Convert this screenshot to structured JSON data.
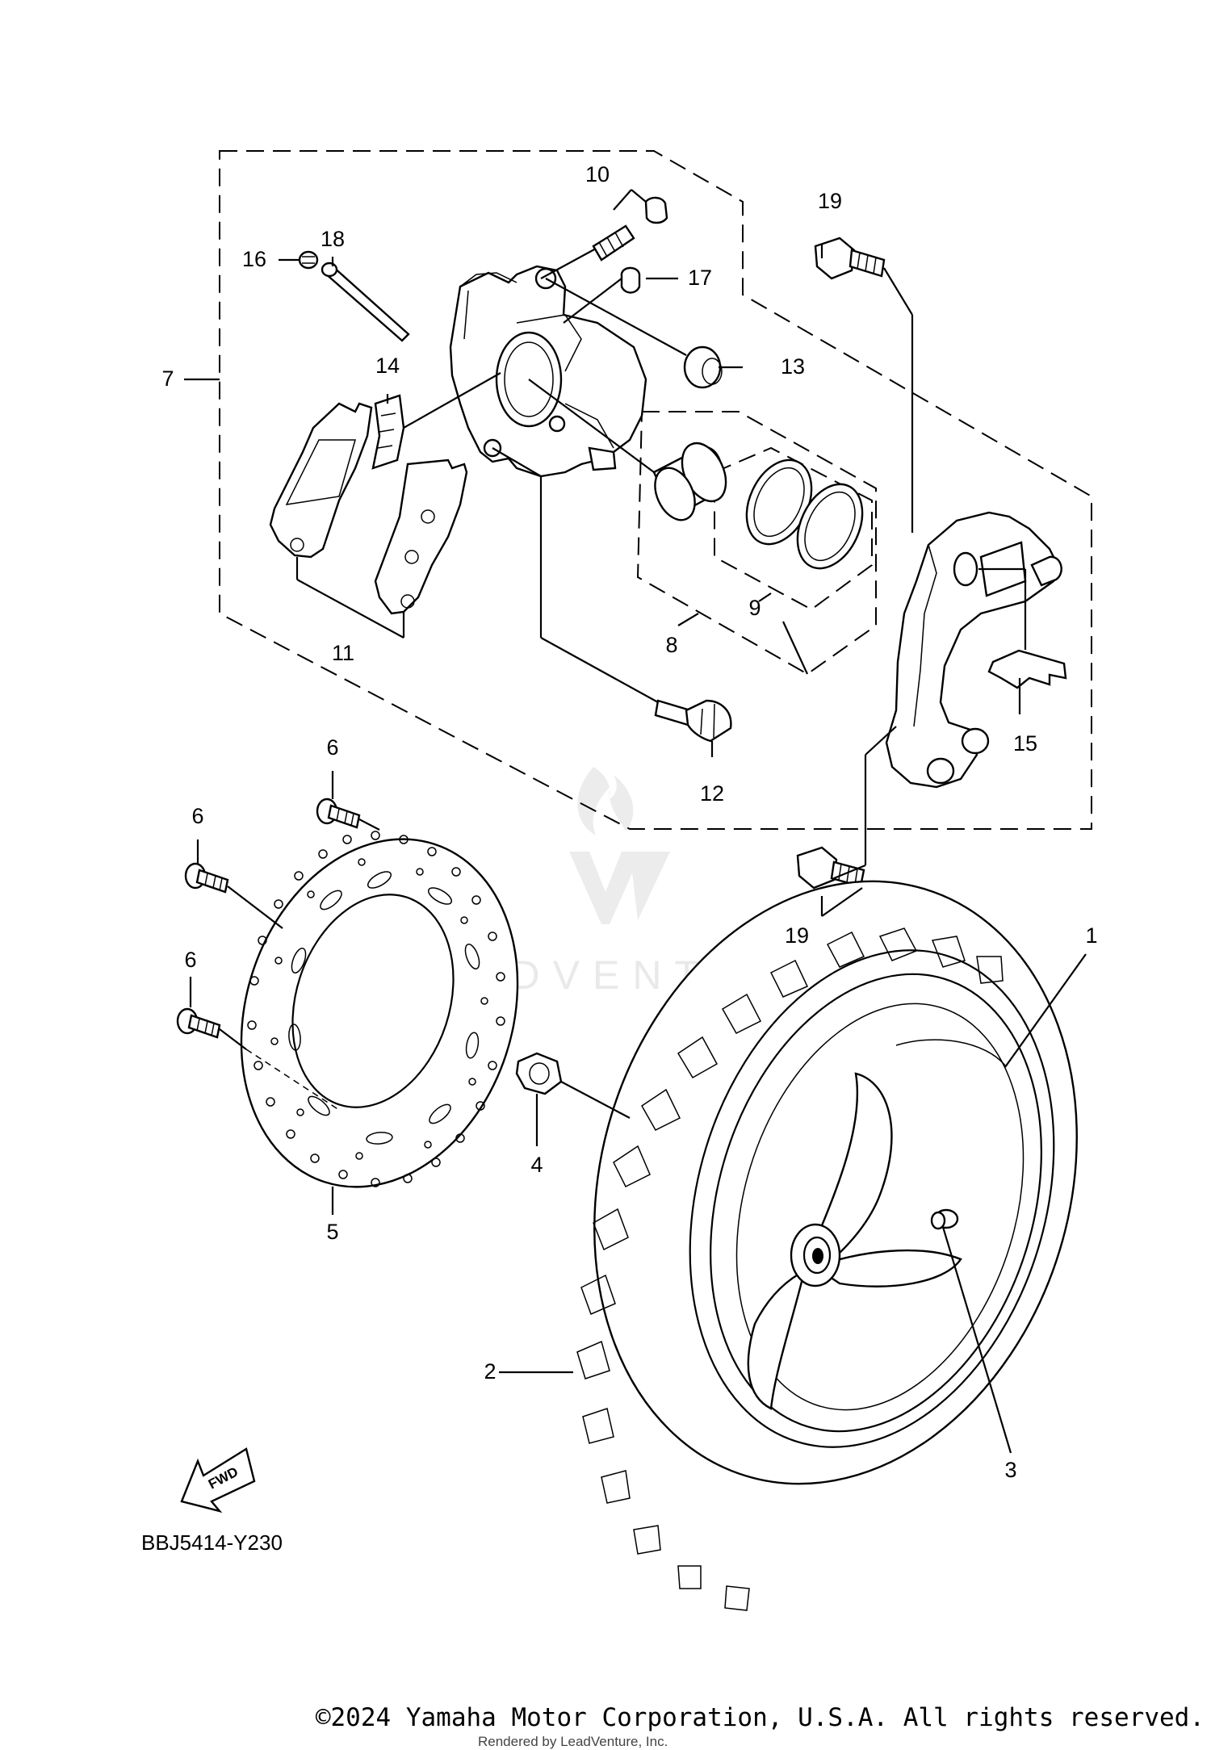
{
  "callouts": [
    {
      "id": "1",
      "label": "1"
    },
    {
      "id": "2",
      "label": "2"
    },
    {
      "id": "3",
      "label": "3"
    },
    {
      "id": "4",
      "label": "4"
    },
    {
      "id": "5",
      "label": "5"
    },
    {
      "id": "6a",
      "label": "6"
    },
    {
      "id": "6b",
      "label": "6"
    },
    {
      "id": "6c",
      "label": "6"
    },
    {
      "id": "7",
      "label": "7"
    },
    {
      "id": "8",
      "label": "8"
    },
    {
      "id": "9",
      "label": "9"
    },
    {
      "id": "10",
      "label": "10"
    },
    {
      "id": "11",
      "label": "11"
    },
    {
      "id": "12",
      "label": "12"
    },
    {
      "id": "13",
      "label": "13"
    },
    {
      "id": "14",
      "label": "14"
    },
    {
      "id": "15",
      "label": "15"
    },
    {
      "id": "16",
      "label": "16"
    },
    {
      "id": "17",
      "label": "17"
    },
    {
      "id": "18",
      "label": "18"
    },
    {
      "id": "19a",
      "label": "19"
    },
    {
      "id": "19b",
      "label": "19"
    }
  ],
  "fwd_label": "FWD",
  "drawing_code": "BBJ5414-Y230",
  "watermark": "LEADVENTURE",
  "copyright": "©2024 Yamaha Motor Corporation, U.S.A. All rights reserved.",
  "rendered_by": "Rendered by LeadVenture, Inc."
}
